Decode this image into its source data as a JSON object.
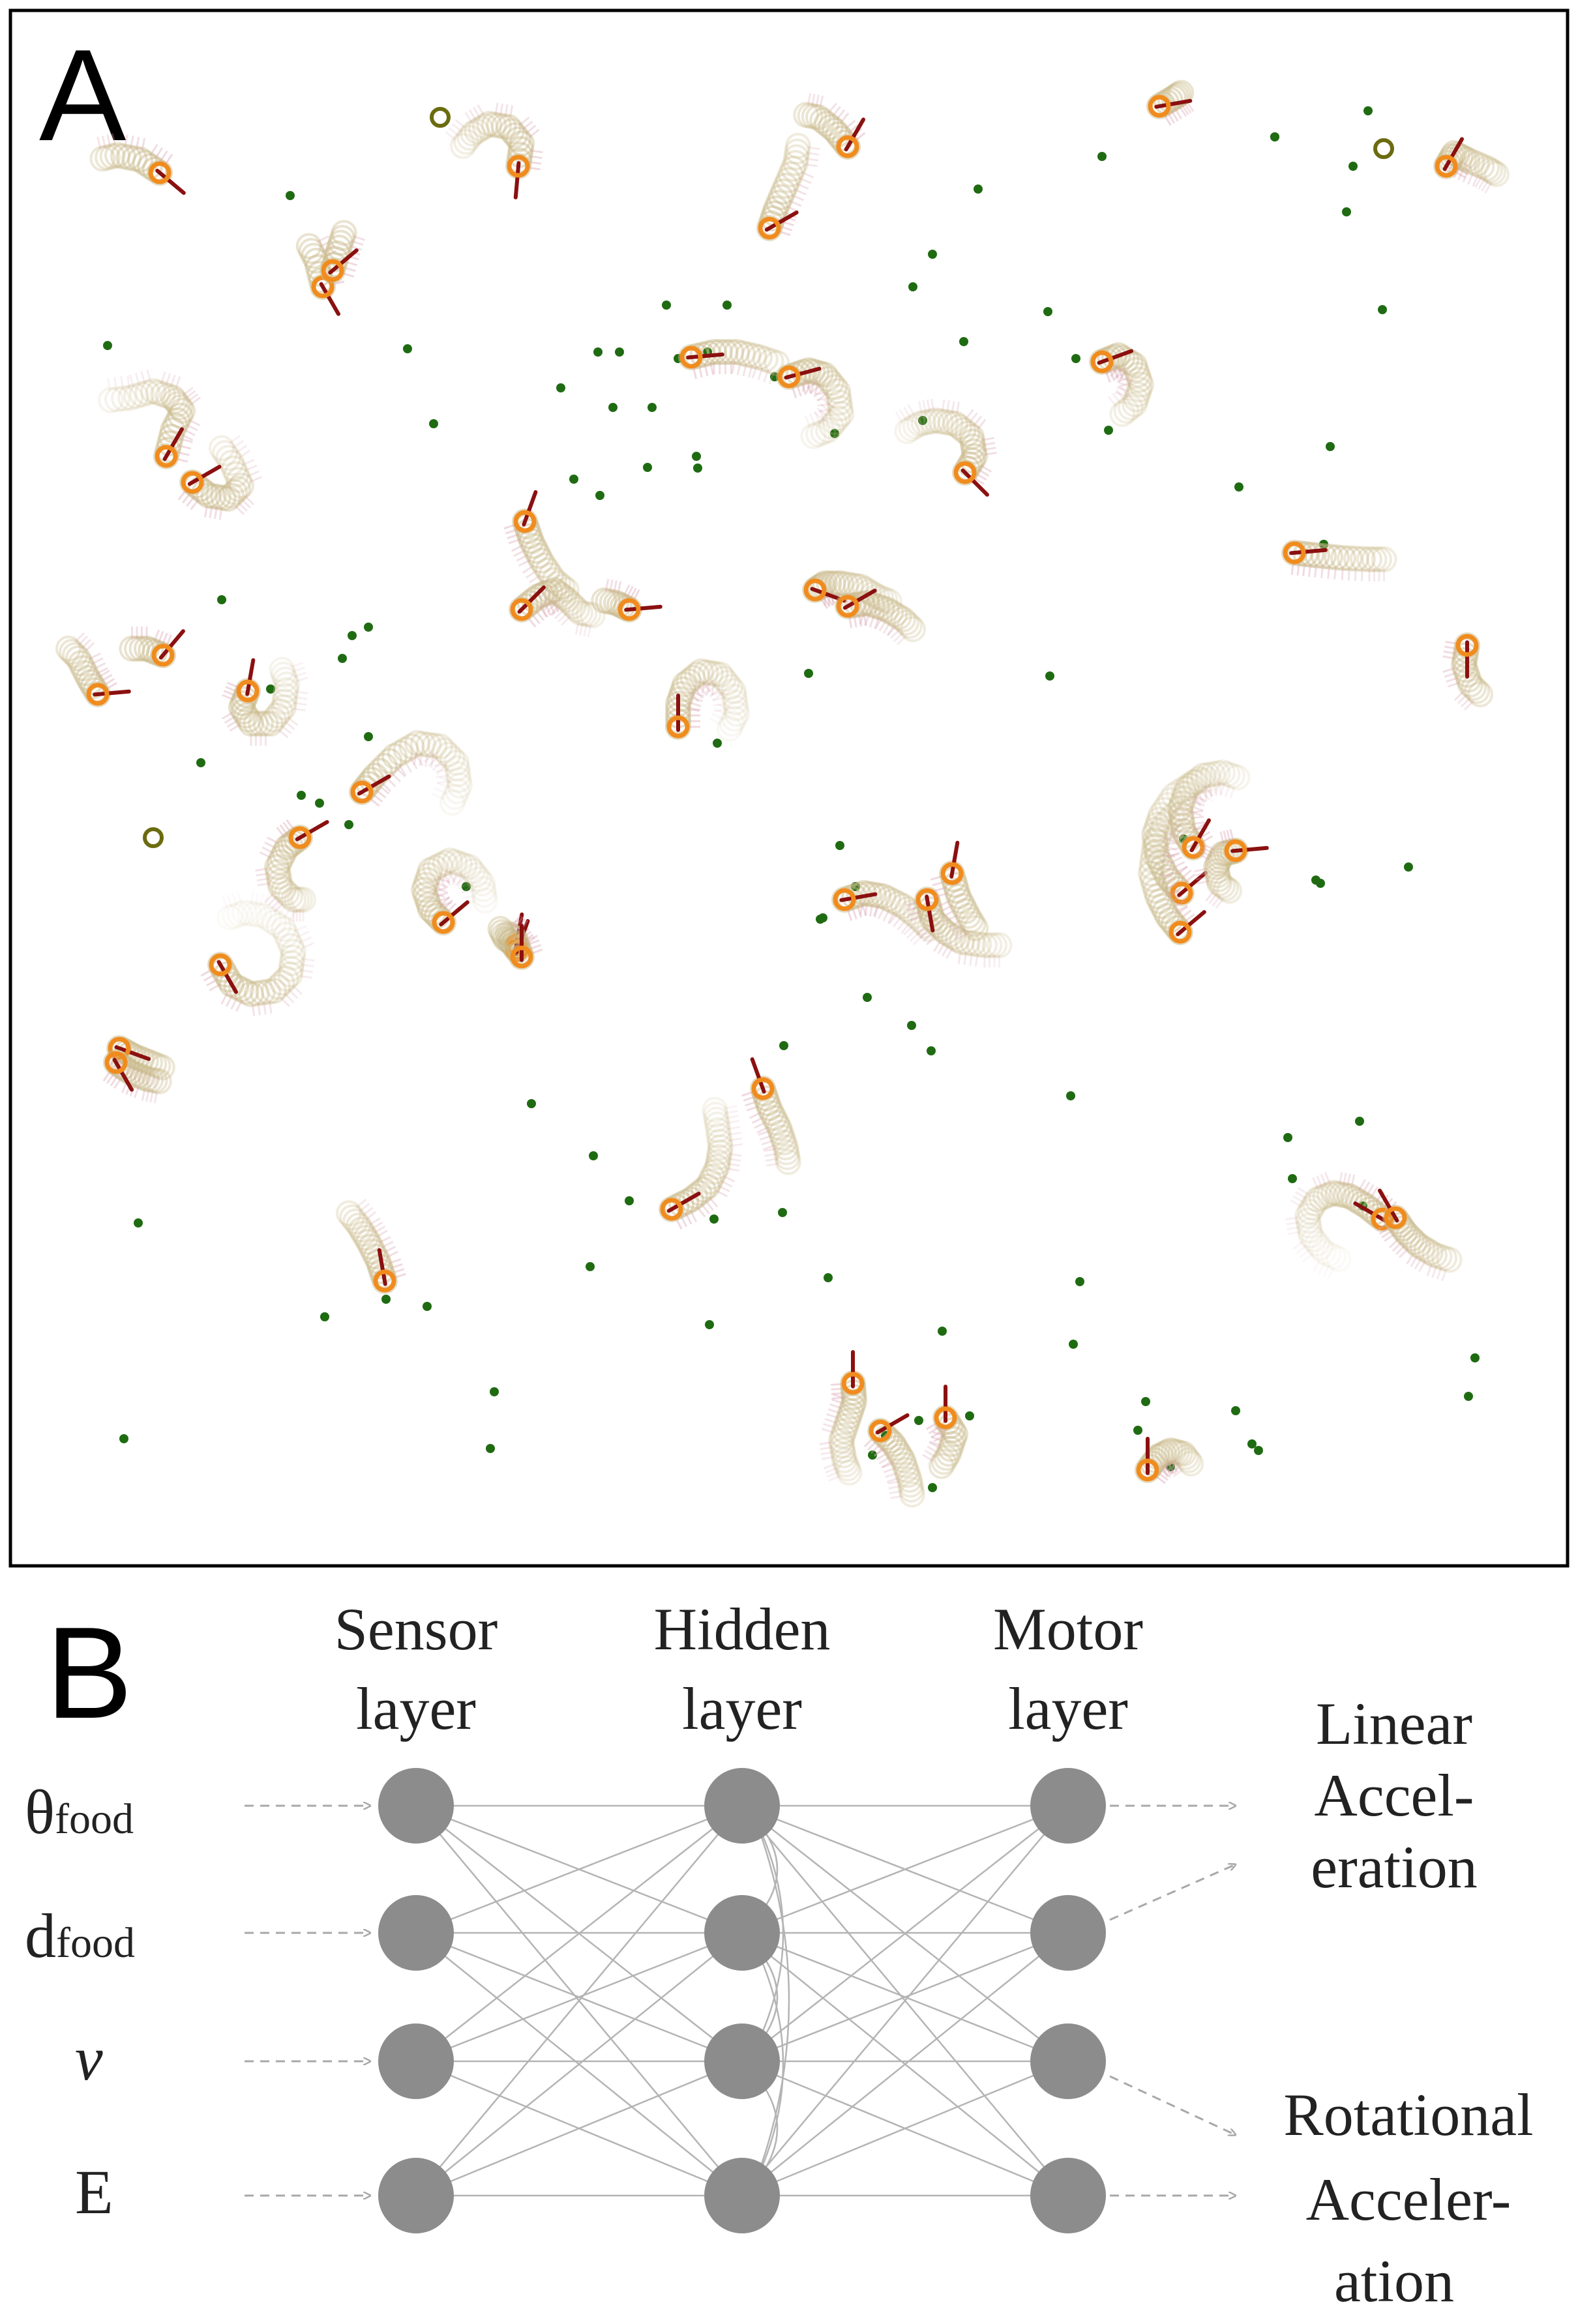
{
  "panel_a": {
    "label": "A",
    "colors": {
      "food": "#1f6b12",
      "agent_head": "#f08c1e",
      "agent_trail": "#c9b98a",
      "direction": "#8b1010",
      "sensor_tint": "#d9a3b0"
    }
  },
  "panel_b": {
    "label": "B",
    "layers": [
      {
        "title_line1": "Sensor",
        "title_line2": "layer"
      },
      {
        "title_line1": "Hidden",
        "title_line2": "layer"
      },
      {
        "title_line1": "Motor",
        "title_line2": "layer"
      }
    ],
    "inputs": [
      {
        "symbol": "θ",
        "subscript": "food"
      },
      {
        "symbol": "d",
        "subscript": "food"
      },
      {
        "symbol": "ν",
        "subscript": ""
      },
      {
        "symbol": "E",
        "subscript": ""
      }
    ],
    "outputs": [
      {
        "lines": [
          "Linear",
          "Accel-",
          "eration"
        ]
      },
      {
        "lines": [
          "Rotational",
          "Acceler-",
          "ation"
        ]
      }
    ],
    "colors": {
      "node": "#8c8c8c",
      "edge": "#b4b4b4",
      "arrow": "#a8a8a8",
      "text": "#222222"
    }
  }
}
